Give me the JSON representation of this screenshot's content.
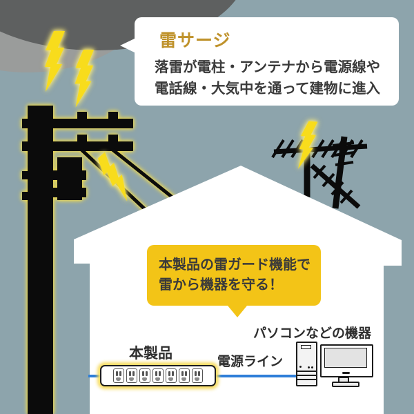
{
  "illustration": {
    "title_callout": {
      "title": "雷サージ",
      "body_lines": [
        "落雷が電柱・アンテナから電源線や",
        "電話線・大気中を通って建物に進入"
      ]
    },
    "speech_bubble": {
      "lines": [
        "本製品の雷ガード機能で",
        "雷から機器を守る！"
      ]
    },
    "labels": {
      "product": "本製品",
      "power_line": "電源ライン",
      "devices": "パソコンなどの機器"
    },
    "outlet_count": 7,
    "colors": {
      "sky": "#8da4ac",
      "cloud_light": "#9a9c9b",
      "cloud_dark": "#5e6060",
      "lightning_yellow": "#f8dc1c",
      "glow_yellow": "#f2dd4e",
      "callout_title_gold": "#bf922b",
      "speech_bubble_yellow": "#f3c417",
      "text_dark": "#3a3a3a",
      "silhouette_black": "#0b0b0b",
      "power_cable_blue": "#2e7ed8",
      "house_white": "#ffffff"
    }
  }
}
